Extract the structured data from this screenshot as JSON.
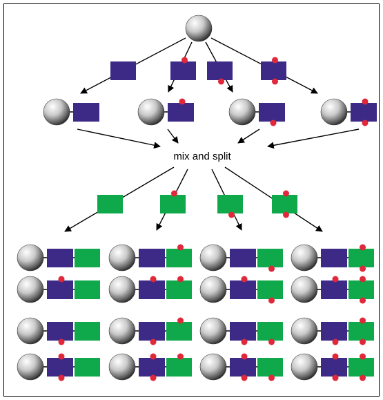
{
  "label": "mix and split",
  "colors": {
    "purple": "#3d2a87",
    "green": "#0fa84a",
    "dot": "#e0283a",
    "arrow": "#000000",
    "frame": "#000000"
  },
  "icons": {
    "bead": "sphere-icon",
    "dot": "red-dot-icon"
  },
  "steps": {
    "step1_blocks": [
      "none",
      "top",
      "bottom",
      "both"
    ],
    "step2_blocks": [
      "none",
      "top",
      "bottom",
      "both"
    ]
  }
}
